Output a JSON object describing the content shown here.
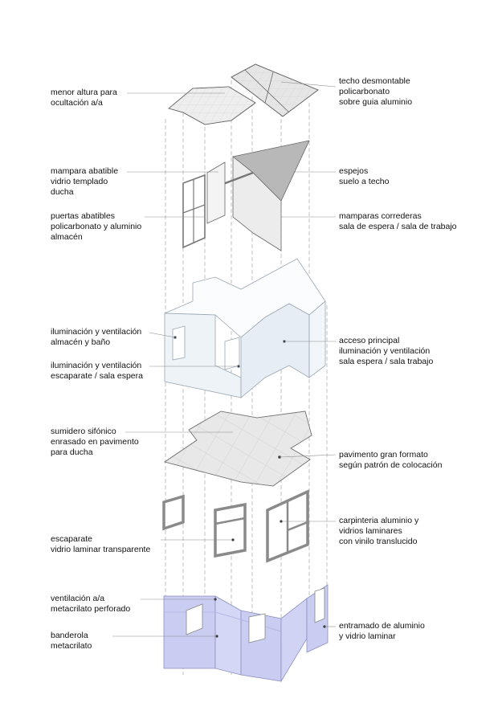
{
  "labels": {
    "menor_altura": [
      "menor altura para",
      "ocultación a/a"
    ],
    "techo_desmontable": [
      "techo desmontable",
      "policarbonato",
      "sobre guia aluminio"
    ],
    "mampara_abatible": [
      "mampara abatible",
      "vidrio templado",
      "ducha"
    ],
    "espejos": [
      "espejos",
      "suelo a techo"
    ],
    "puertas_abatibles": [
      "puertas abatibles",
      "policarbonato y aluminio",
      "almacén"
    ],
    "mamparas_correderas": [
      "mamparas correderas",
      "sala de espera / sala de trabajo"
    ],
    "iluminacion_almacen": [
      "iluminación y ventilación",
      "almacén y baño"
    ],
    "iluminacion_escaparate": [
      "iluminación y ventilación",
      "escaparate / sala espera"
    ],
    "acceso_principal": [
      "acceso principal",
      "iluminación y ventilación",
      "sala espera / sala trabajo"
    ],
    "sumidero": [
      "sumidero sifónico",
      "enrasado en pavimento",
      "para ducha"
    ],
    "pavimento": [
      "pavimento gran formato",
      "según patrón de colocación"
    ],
    "carpinteria": [
      "carpinteria aluminio y",
      "vidrios laminares",
      "con vinilo translucido"
    ],
    "escaparate": [
      "escaparate",
      "vidrio laminar transparente"
    ],
    "ventilacion_aa": [
      "ventilación a/a",
      "metacrilato perforado"
    ],
    "banderola": [
      "banderola",
      "metacrilato"
    ],
    "entramado": [
      "entramado de aluminio",
      "y vidrio laminar"
    ]
  },
  "colors": {
    "line": "#555555",
    "guide": "#9a9a9a",
    "ceiling": "#e6e6e6",
    "mirror": "#b8b8b8",
    "wall_fill": "#f3f7fb",
    "frame": "#8a8a8a",
    "facade": "#c9cdf2"
  }
}
